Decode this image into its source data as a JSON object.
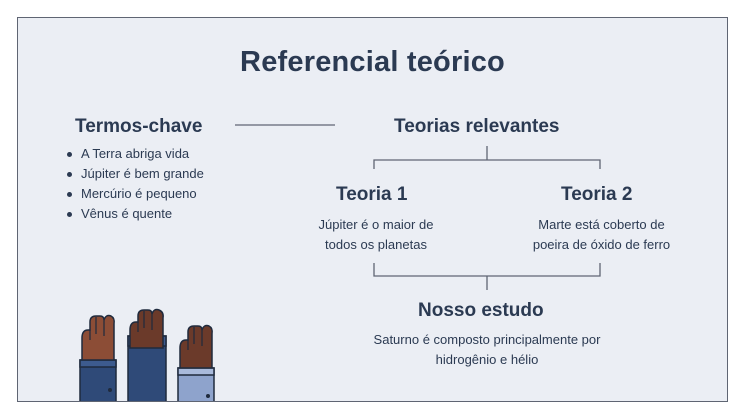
{
  "slide": {
    "title": "Referencial teórico",
    "keywords": {
      "heading": "Termos-chave",
      "items": [
        "A Terra abriga vida",
        "Júpiter é bem grande",
        "Mercúrio é pequeno",
        "Vênus é quente"
      ]
    },
    "theories": {
      "heading": "Teorias relevantes",
      "theory1": {
        "title": "Teoria 1",
        "text": [
          "Júpiter é o maior de",
          "todos os planetas"
        ]
      },
      "theory2": {
        "title": "Teoria 2",
        "text": [
          "Marte está coberto de",
          "poeira de óxido de ferro"
        ]
      }
    },
    "study": {
      "heading": "Nosso estudo",
      "text": [
        "Saturno é composto principalmente por",
        "hidrogênio e hélio"
      ]
    }
  },
  "colors": {
    "background": "#ebeef4",
    "text": "#2b3a52",
    "lines": "#5f6573",
    "sleeve_dark": "#2f4a78",
    "sleeve_mid": "#3d5b8e",
    "sleeve_light": "#8ea3cc",
    "skin_dark": "#6b3a2a",
    "skin_mid": "#8c4d36",
    "skin_light": "#a45a3c"
  },
  "icons": [
    "raised-fists-illustration"
  ]
}
